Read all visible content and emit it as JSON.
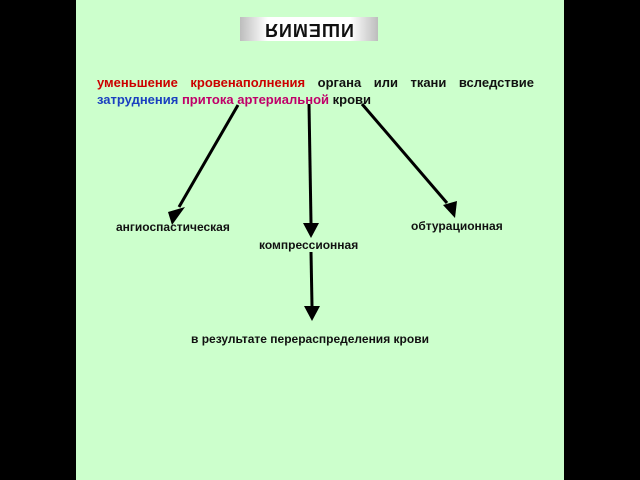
{
  "title": "ИШЕМИЯ",
  "definition": [
    {
      "text": "уменьшение кровенаполнения",
      "color": "#cc0000"
    },
    {
      "text": " органа или ткани вследствие ",
      "color": "#111111"
    },
    {
      "text": "затруднения",
      "color": "#1a40c0"
    },
    {
      "text": " притока артериальной",
      "color": "#c0006a"
    },
    {
      "text": " крови",
      "color": "#111111"
    }
  ],
  "types": {
    "angiospastic": "ангиоспастическая",
    "compressive": "компрессионная",
    "obturation": "обтурационная",
    "redistribution": "в результате перераспределения крови"
  }
}
